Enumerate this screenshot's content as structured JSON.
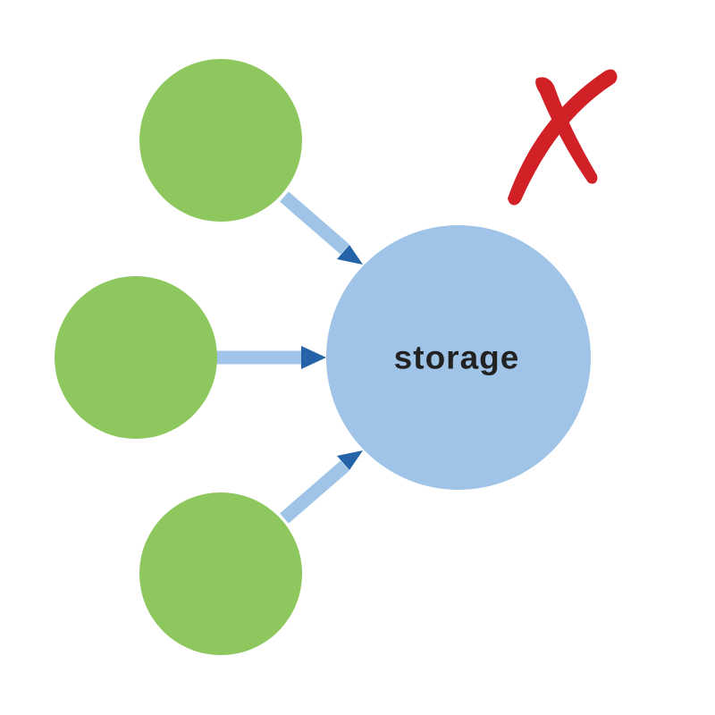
{
  "diagram": {
    "hub": {
      "label": "storage"
    },
    "source_node_count": 3,
    "status_mark": "cross-mark"
  },
  "colors": {
    "background": "#ffffff",
    "source_node": "#8dc75e",
    "hub_node": "#9fc4e7",
    "arrow_shaft": "#9fc4e7",
    "arrow_head": "#2563a8",
    "label_text": "#222222",
    "cross_mark": "#d12026"
  }
}
